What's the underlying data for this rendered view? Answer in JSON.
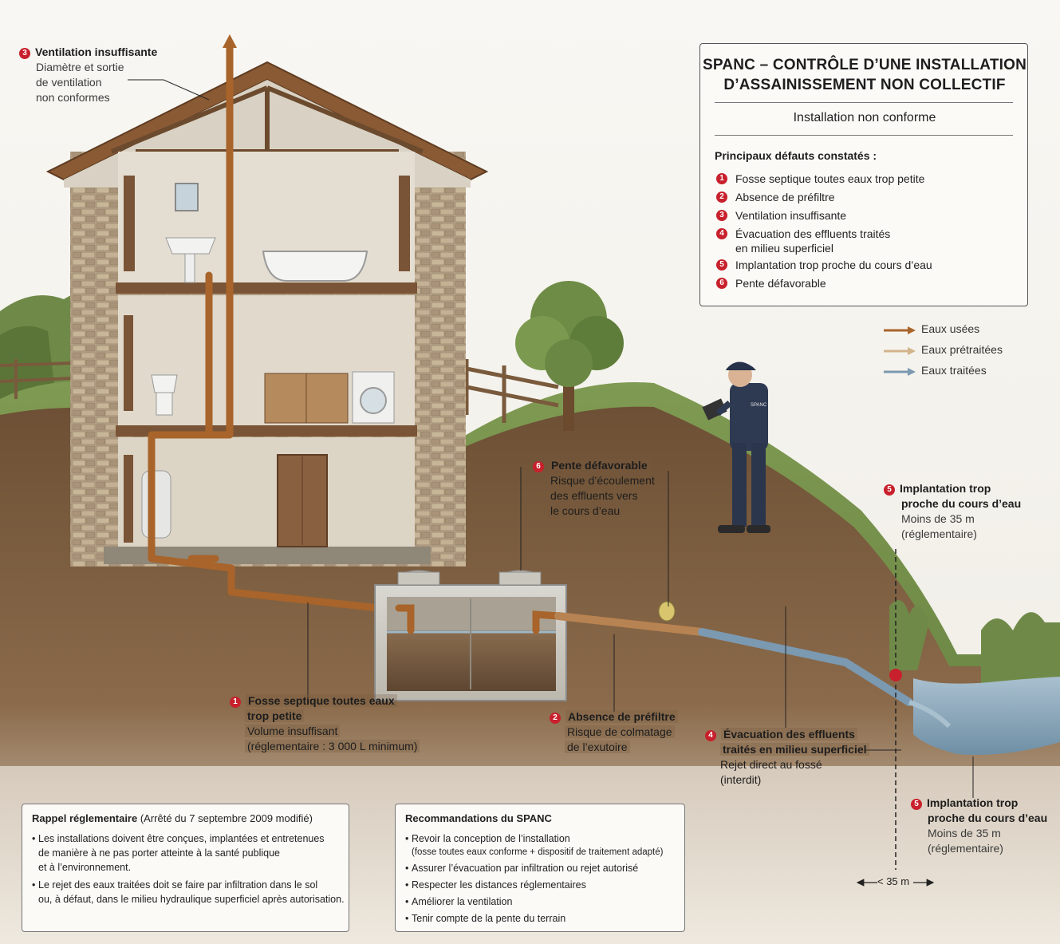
{
  "title": "SPANC – CONTRÔLE D’UNE INSTALLATION D’ASSAINISSEMENT NON COLLECTIF",
  "title_lines": [
    "SPANC – CONTRÔLE D’UNE INSTALLATION",
    "D’ASSAINISSEMENT NON COLLECTIF"
  ],
  "status": "Installation non conforme",
  "defects_heading": "Principaux défauts constatés :",
  "defects": [
    {
      "num": "1",
      "text": "Fosse septique toutes eaux trop petite"
    },
    {
      "num": "2",
      "text": "Absence de préfiltre"
    },
    {
      "num": "3",
      "text": "Ventilation insuffisante"
    },
    {
      "num": "4",
      "text": "Évacuation des effluents traités",
      "text2": "en milieu superficiel"
    },
    {
      "num": "5",
      "text": "Implantation trop proche du cours d’eau"
    },
    {
      "num": "6",
      "text": "Pente défavorable"
    }
  ],
  "legend": [
    {
      "label": "Eaux usées",
      "color": "#a8642a"
    },
    {
      "label": "Eaux prétraitées",
      "color": "#d2b48c"
    },
    {
      "label": "Eaux traitées",
      "color": "#7b99b0"
    }
  ],
  "callouts": {
    "c3": {
      "num": "3",
      "title": "Ventilation insuffisante",
      "lines": [
        "Diamètre et sortie",
        "de ventilation",
        "non conformes"
      ]
    },
    "c6": {
      "num": "6",
      "title": "Pente défavorable",
      "lines": [
        "Risque d’écoulement",
        "des effluents vers",
        "le cours d’eau"
      ]
    },
    "c5a": {
      "num": "5",
      "title_lines": [
        "Implantation trop",
        "proche du cours d’eau"
      ],
      "lines": [
        "Moins de 35 m",
        "(réglementaire)"
      ]
    },
    "c1": {
      "num": "1",
      "title_lines": [
        "Fosse septique toutes eaux",
        "trop petite"
      ],
      "lines": [
        "Volume insuffisant",
        "(réglementaire : 3 000 L minimum)"
      ]
    },
    "c2": {
      "num": "2",
      "title": "Absence de préfiltre",
      "lines": [
        "Risque de colmatage",
        "de l’exutoire"
      ]
    },
    "c4": {
      "num": "4",
      "title_lines": [
        "Évacuation des effluents",
        "traités en milieu superficiel"
      ],
      "lines": [
        "Rejet direct au fossé",
        "(interdit)"
      ]
    },
    "c5b": {
      "num": "5",
      "title_lines": [
        "Implantation trop",
        "proche du cours d’eau"
      ],
      "lines": [
        "Moins de 35 m",
        "(réglementaire)"
      ]
    }
  },
  "inspector_badge": "SPANC",
  "distance_label": "< 35 m",
  "rappel": {
    "title": "Rappel réglementaire",
    "ref": "(Arrêté du 7 septembre 2009 modifié)",
    "items": [
      [
        "Les installations doivent être conçues, implantées et entretenues",
        "de manière à ne pas porter atteinte à la santé publique",
        "et à l’environnement."
      ],
      [
        "Le rejet des eaux traitées doit se faire par infiltration dans le sol",
        "ou, à défaut, dans le milieu hydraulique superficiel après autorisation."
      ]
    ]
  },
  "recommandations": {
    "title": "Recommandations du SPANC",
    "items": [
      {
        "text": "Revoir la conception de l’installation",
        "note": "(fosse toutes eaux conforme + dispositif de traitement adapté)"
      },
      {
        "text": "Assurer l’évacuation par infiltration ou rejet autorisé"
      },
      {
        "text": "Respecter les distances réglementaires"
      },
      {
        "text": "Améliorer la ventilation"
      },
      {
        "text": "Tenir compte de la pente du terrain"
      }
    ]
  }
}
